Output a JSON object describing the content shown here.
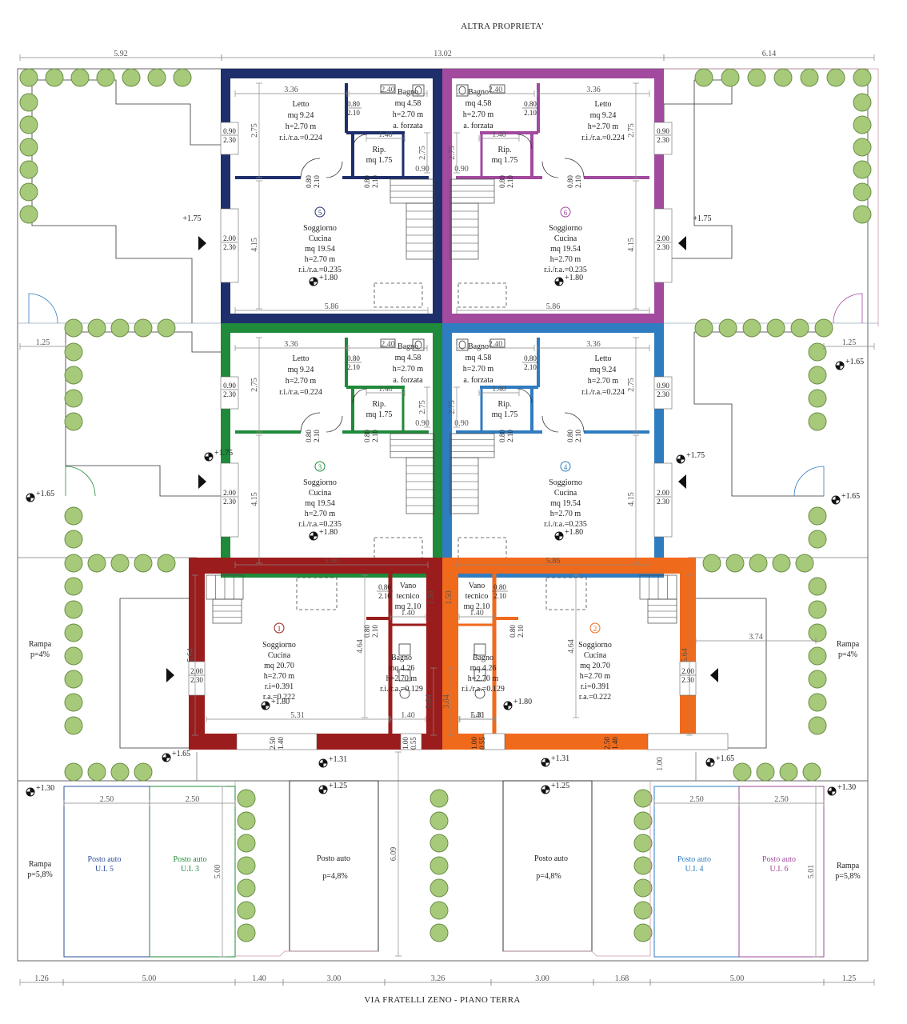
{
  "titles": {
    "top": "ALTRA PROPRIETA'",
    "bottom": "VIA FRATELLI ZENO - PIANO TERRA"
  },
  "top_dims": {
    "left": "5.92",
    "mid": "13.02",
    "right": "6.14"
  },
  "bottom_dims": [
    "1.26",
    "5.00",
    "1.40",
    "3.00",
    "3.26",
    "3.00",
    "1.68",
    "5.00",
    "1.25"
  ],
  "colors": {
    "unit5": "#1e2f6b",
    "unit6": "#a14a9e",
    "unit3": "#1f8a3a",
    "unit4": "#2f7cc0",
    "unit1": "#9b1c1c",
    "unit2": "#f06a1c",
    "tree_fill": "#a6c97a",
    "tree_stroke": "#6b8f45"
  },
  "upper_units": [
    {
      "num": "5",
      "letto": [
        "Letto",
        "mq 9.24",
        "h=2.70 m",
        "r.i./r.a.=0.224"
      ],
      "bagno": [
        "Bagno",
        "mq 4.58",
        "h=2.70 m",
        "a. forzata"
      ],
      "rip": [
        "Rip.",
        "mq 1.75"
      ],
      "soggiorno": [
        "Soggiorno",
        "Cucina",
        "mq 19.54",
        "h=2.70 m",
        "r.i./r.a.=0.235"
      ],
      "level": "+1.80",
      "w_top": "3.36",
      "w_bath": "2.40",
      "h_top": "2.75",
      "h_bot": "4.15",
      "w_bot": "5.86",
      "d_rip": "1.40",
      "d_s": "0.90",
      "door1": [
        "0.80",
        "2.10"
      ],
      "win1": [
        "0.90",
        "2.30"
      ],
      "win2": [
        "2.00",
        "2.30"
      ],
      "door_b": [
        "0.80",
        "2.10"
      ],
      "door_r": [
        "0.80",
        "2.10"
      ],
      "vert": "2.75"
    },
    {
      "num": "6",
      "letto": [
        "Letto",
        "mq 9.24",
        "h=2.70 m",
        "r.i./r.a.=0.224"
      ],
      "bagno": [
        "Bagno",
        "mq 4.58",
        "h=2.70 m",
        "a. forzata"
      ],
      "rip": [
        "Rip.",
        "mq 1.75"
      ],
      "soggiorno": [
        "Soggiorno",
        "Cucina",
        "mq 19.54",
        "h=2.70 m",
        "r.i./r.a.=0.235"
      ],
      "level": "+1.80",
      "w_top": "3.36",
      "w_bath": "2.40",
      "h_top": "2.75",
      "h_bot": "4.15",
      "w_bot": "5.86",
      "d_rip": "1.40",
      "d_s": "0.90",
      "door1": [
        "0.80",
        "2.10"
      ],
      "win1": [
        "0.90",
        "2.30"
      ],
      "win2": [
        "2.00",
        "2.30"
      ],
      "door_b": [
        "0.80",
        "2.10"
      ],
      "door_r": [
        "0.80",
        "2.10"
      ],
      "vert": "2.75"
    },
    {
      "num": "3",
      "letto": [
        "Letto",
        "mq 9.24",
        "h=2.70 m",
        "r.i./r.a.=0.224"
      ],
      "bagno": [
        "Bagno",
        "mq 4.58",
        "h=2.70 m",
        "a. forzata"
      ],
      "rip": [
        "Rip.",
        "mq 1.75"
      ],
      "soggiorno": [
        "Soggiorno",
        "Cucina",
        "mq 19.54",
        "h=2.70 m",
        "r.i./r.a.=0.235"
      ],
      "level": "+1.80",
      "w_top": "3.36",
      "w_bath": "2.40",
      "h_top": "2.75",
      "h_bot": "4.15",
      "w_bot": "5.86",
      "d_rip": "1.40",
      "d_s": "0.90",
      "door1": [
        "0.80",
        "2.10"
      ],
      "win1": [
        "0.90",
        "2.30"
      ],
      "win2": [
        "2.00",
        "2.30"
      ],
      "door_b": [
        "0.80",
        "2.10"
      ],
      "door_r": [
        "0.80",
        "2.10"
      ],
      "vert": "2.75"
    },
    {
      "num": "4",
      "letto": [
        "Letto",
        "mq 9.24",
        "h=2.70 m",
        "r.i./r.a.=0.224"
      ],
      "bagno": [
        "Bagno",
        "mq 4.58",
        "h=2.70 m",
        "a. forzata"
      ],
      "rip": [
        "Rip.",
        "mq 1.75"
      ],
      "soggiorno": [
        "Soggiorno",
        "Cucina",
        "mq 19.54",
        "h=2.70 m",
        "r.i./r.a.=0.235"
      ],
      "level": "+1.80",
      "w_top": "3.36",
      "w_bath": "2.40",
      "h_top": "2.75",
      "h_bot": "4.15",
      "w_bot": "5.86",
      "d_rip": "1.40",
      "d_s": "0.90",
      "door1": [
        "0.80",
        "2.10"
      ],
      "win1": [
        "0.90",
        "2.30"
      ],
      "win2": [
        "2.00",
        "2.30"
      ],
      "door_b": [
        "0.80",
        "2.10"
      ],
      "door_r": [
        "0.80",
        "2.10"
      ],
      "vert": "2.75"
    }
  ],
  "lower_units": [
    {
      "num": "1",
      "soggiorno": [
        "Soggiorno",
        "Cucina",
        "mq 20.70",
        "h=2.70 m",
        "r.i=0.391",
        "r.a.=0.222"
      ],
      "bagno": [
        "Bagno",
        "mq 4.26",
        "h=2.70 m",
        "r.i./r.a.=0.129"
      ],
      "vano": [
        "Vano",
        "tecnico",
        "mq 2.10"
      ],
      "level": "+1.80",
      "w_main": "5.31",
      "w_bath": "1.40",
      "h_main": "5.64",
      "h_inner": "4.64",
      "h_bath": "3.04",
      "d_vano": [
        "0.80",
        "2.10"
      ],
      "d_bagno": [
        "0.80",
        "2.10"
      ],
      "win_side": [
        "2.00",
        "2.30"
      ],
      "win_bot": [
        "2.50",
        "1.40"
      ],
      "win_bath": [
        "1.00",
        "0.55"
      ],
      "w_vano": "1.40",
      "v_vano": "1.50"
    },
    {
      "num": "2",
      "soggiorno": [
        "Soggiorno",
        "Cucina",
        "mq 20.70",
        "h=2.70 m",
        "r.i=0.391",
        "r.a.=0.222"
      ],
      "bagno": [
        "Bagno",
        "mq 4.26",
        "h=2.70 m",
        "r.i./r.a.=0.129"
      ],
      "vano": [
        "Vano",
        "tecnico",
        "mq 2.10"
      ],
      "level": "+1.80",
      "w_main": "5.31",
      "w_bath": "1.40",
      "h_main": "5.64",
      "h_inner": "4.64",
      "h_bath": "3.04",
      "d_vano": [
        "0.80",
        "2.10"
      ],
      "d_bagno": [
        "0.80",
        "2.10"
      ],
      "win_side": [
        "2.00",
        "2.30"
      ],
      "win_bot": [
        "2.50",
        "1.40"
      ],
      "win_bath": [
        "1.00",
        "0.55"
      ],
      "w_vano": "1.40",
      "v_vano": "1.50"
    }
  ],
  "yard": {
    "level_175": "+1.75",
    "level_165": "+1.65",
    "level_130": "+1.30",
    "level_131": "+1.31",
    "level_125": "+1.25",
    "side_125": "1.25",
    "dim_374": "3.74",
    "dim_100": "1.00",
    "dim_609": "6.09"
  },
  "rampa_upper": [
    "Rampa",
    "p=4%"
  ],
  "rampa_lower": [
    "Rampa",
    "p=5,8%"
  ],
  "parking": {
    "slot_w": "2.50",
    "slot_h_left": "5.00",
    "slot_h_right": "5.01",
    "slots": [
      {
        "l1": "Posto auto",
        "l2": "U.I. 5",
        "color": "#2f4d9a"
      },
      {
        "l1": "Posto auto",
        "l2": "U.I. 3",
        "color": "#1f8a3a"
      },
      {
        "l1": "Posto auto",
        "l2": "U.I. 4",
        "color": "#2f7cc0"
      },
      {
        "l1": "Posto auto",
        "l2": "U.I. 6",
        "color": "#a14a9e"
      }
    ],
    "central": [
      {
        "l1": "Posto auto",
        "l2": "p=4,8%"
      },
      {
        "l1": "Posto auto",
        "l2": "p=4,8%"
      }
    ]
  }
}
